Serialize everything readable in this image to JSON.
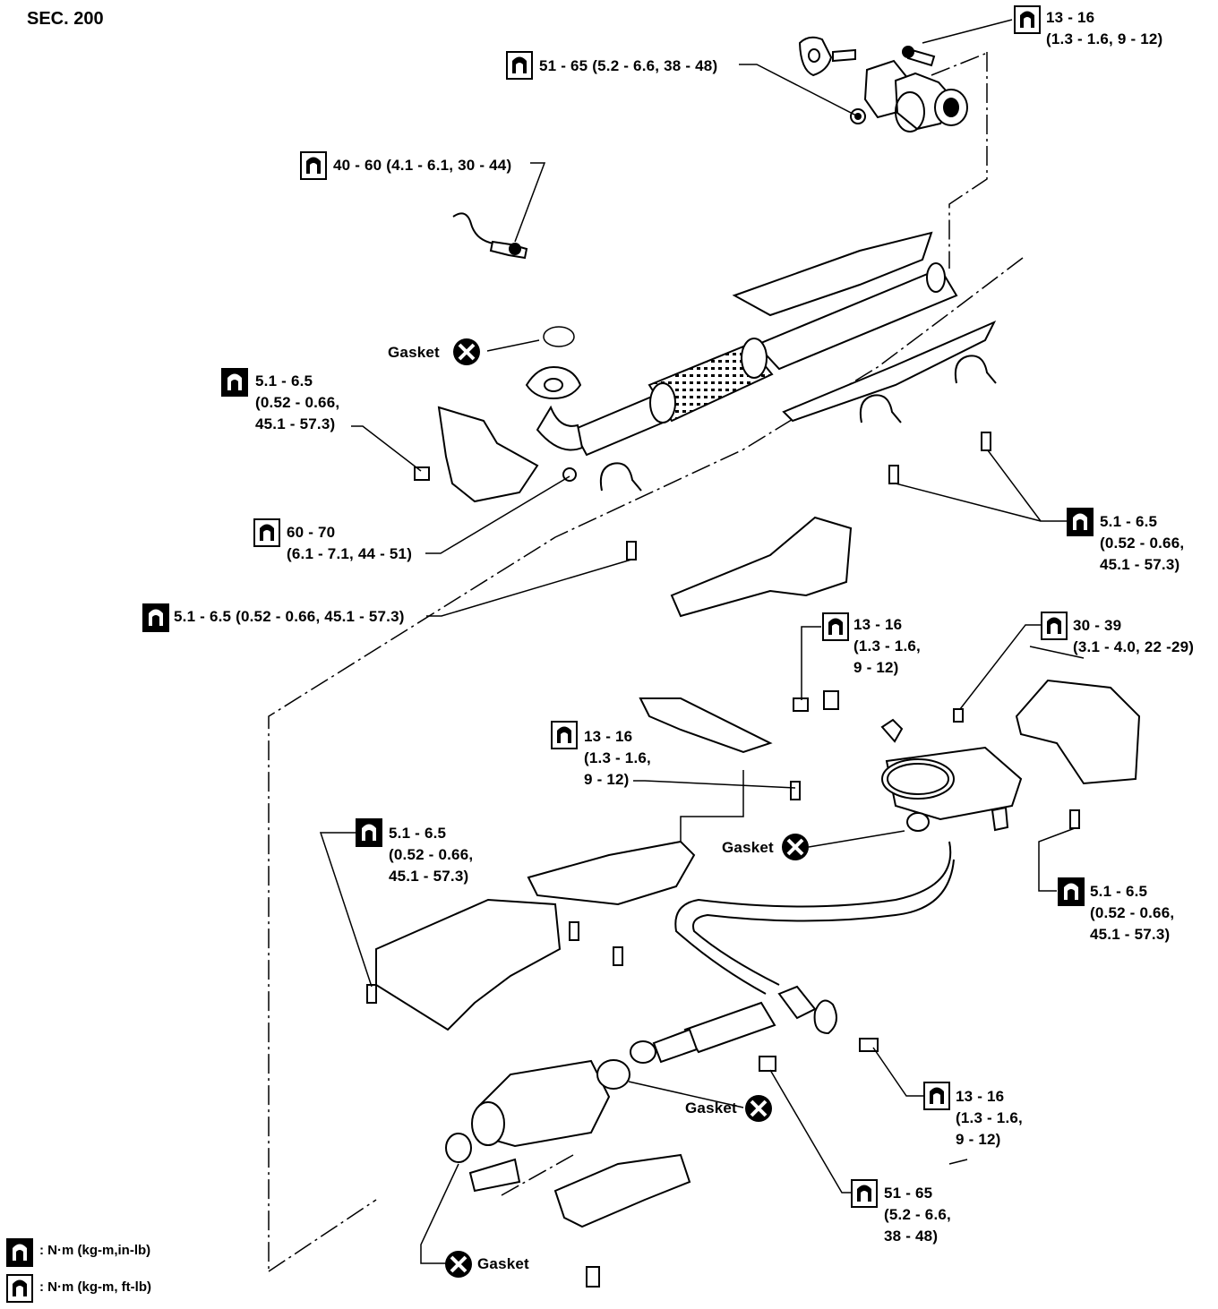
{
  "section": "SEC. 200",
  "labels": {
    "t1": [
      "13 - 16",
      "(1.3 - 1.6, 9 - 12)"
    ],
    "t2": [
      "51 - 65 (5.2 - 6.6, 38 - 48)"
    ],
    "t3": [
      "40 - 60 (4.1 - 6.1, 30 - 44)"
    ],
    "gasket1": "Gasket",
    "t4": [
      "5.1 - 6.5",
      "(0.52 - 0.66,",
      "45.1 - 57.3)"
    ],
    "t5": [
      "60 - 70",
      "(6.1 - 7.1, 44 - 51)"
    ],
    "t6": [
      "5.1 - 6.5",
      "(0.52 - 0.66,",
      "45.1 - 57.3)"
    ],
    "t7": [
      "5.1 - 6.5 (0.52 - 0.66, 45.1 - 57.3)"
    ],
    "t8": [
      "13 - 16",
      "(1.3 - 1.6,",
      "9 - 12)"
    ],
    "t9": [
      "30 - 39",
      "(3.1 - 4.0, 22 -29)"
    ],
    "t10": [
      "13 - 16",
      "(1.3 - 1.6,",
      "9 - 12)"
    ],
    "t11": [
      "5.1 - 6.5",
      "(0.52 - 0.66,",
      "45.1 - 57.3)"
    ],
    "gasket2": "Gasket",
    "t12": [
      "5.1 - 6.5",
      "(0.52 - 0.66,",
      "45.1 - 57.3)"
    ],
    "t13": [
      "13 - 16",
      "(1.3 - 1.6,",
      "9 - 12)"
    ],
    "gasket3": "Gasket",
    "t14": [
      "51 - 65",
      "(5.2 - 6.6,",
      "38 - 48)"
    ],
    "gasket4": "Gasket"
  },
  "legend": {
    "filled": ": N·m (kg-m,in-lb)",
    "outline": ": N·m (kg-m, ft-lb)"
  },
  "icons": {
    "filled": "torque-wrench-in-lb-icon",
    "outline": "torque-wrench-ft-lb-icon",
    "gasket": "replace-gasket-icon"
  }
}
